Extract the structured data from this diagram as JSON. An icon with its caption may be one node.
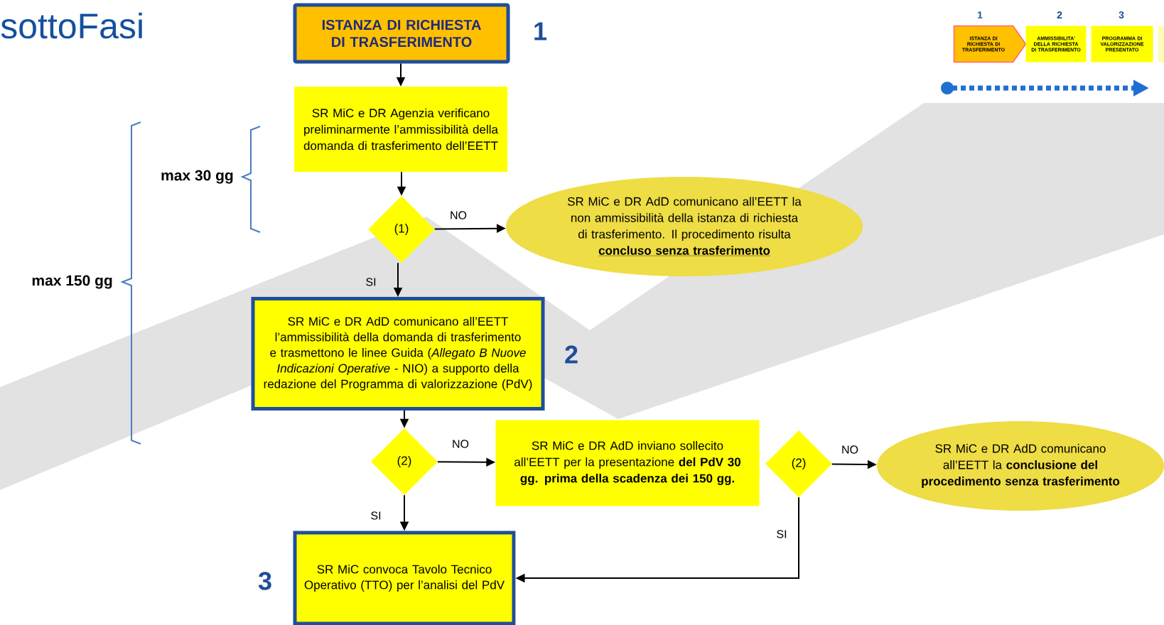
{
  "diagram": {
    "title": "sottoFasi",
    "nodes": [
      {
        "text": [
          "ISTANZA DI RICHIESTA DI TRASFERIMENTO"
        ],
        "beside": [
          "1"
        ]
      },
      {
        "text": [
          "SR MiC e DR Agenzia verificano preliminarmente l’ammissibilità della domanda di trasferimento dell’EETT"
        ]
      },
      {
        "text": [
          "(1)"
        ]
      },
      {
        "text": [
          "SR MiC e DR AdD comunicano all’EETT la non ammissibilità della istanza di richiesta di trasferimento. Il procedimento risulta",
          "concluso senza trasferimento"
        ]
      },
      {
        "text": [
          "SR MiC e DR AdD comunicano all’EETT l’ammissibilità della domanda di trasferimento e trasmettono le linee Guida (*Allegato B Nuove Indicazioni Operative* - NIO) a supporto della redazione del Programma di valorizzazione (PdV)"
        ],
        "beside": [
          "2"
        ]
      },
      {
        "text": [
          "(2)"
        ]
      },
      {
        "text": [
          "SR MiC e DR AdD inviano sollecito all’EETT per la presentazione **del PdV 30 gg. prima della scadenza dei 150 gg.**"
        ]
      },
      {
        "text": [
          "(2)"
        ]
      },
      {
        "text": [
          "SR MiC e DR AdD comunicano all’EETT la **conclusione del procedimento senza trasferimento**"
        ]
      },
      {
        "text": [
          "SR MiC convoca Tavolo Tecnico Operativo (TTO) per l’analisi del PdV"
        ],
        "beside": [
          "3"
        ]
      },
      {
        "text": [
          "ISTANZA DI RICHIESTA DI TRASFERIMENTO"
        ],
        "beside": [
          "1"
        ]
      },
      {
        "text": [
          "AMMISSIBILITA' DELLA RICHIESTA DI TRASFERIMENTO"
        ],
        "beside": [
          "2"
        ]
      },
      {
        "text": [
          "PROGRAMMA DI VALORIZZAZIONE PRESENTATO"
        ],
        "beside": [
          "3"
        ]
      },
      {
        "text": [],
        "shape": "box"
      }
    ],
    "edges": [
      {
        "from": 0,
        "to": 1,
        "arrow": "to"
      },
      {
        "from": 1,
        "to": 2,
        "arrow": "to"
      },
      {
        "from": 2,
        "to": 3,
        "arrow": "to",
        "label": "NO"
      },
      {
        "from": 2,
        "to": 4,
        "arrow": "to",
        "label": "SI"
      },
      {
        "from": 4,
        "to": 5,
        "arrow": "to"
      },
      {
        "from": 5,
        "to": 6,
        "arrow": "to",
        "label": "NO"
      },
      {
        "from": 5,
        "to": 9,
        "arrow": "to",
        "label": "SI"
      },
      {
        "from": 7,
        "to": 8,
        "arrow": "to",
        "label": "NO"
      },
      {
        "from": 7,
        "to": 9,
        "arrow": "to",
        "label": "SI"
      }
    ],
    "labels": [
      "max 30 gg",
      "max 150 gg"
    ]
  }
}
